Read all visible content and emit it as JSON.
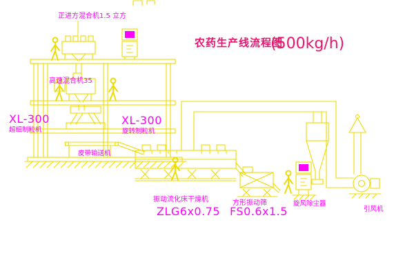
{
  "title": {
    "main": "农药生产线流程图",
    "capacity": "(500kg/h)"
  },
  "labels": {
    "top_mixer": "正进方混合机1.5 立方",
    "high_speed_mixer": "高速混合机35",
    "left_granulator_model": "XL-300",
    "left_granulator_name": "超细制粒机",
    "center_granulator_model": "XL-300",
    "center_granulator_name": "旋转制粒机",
    "belt_conveyor": "皮带输送机",
    "fluid_bed_dryer": "振动流化床干燥机",
    "fluid_bed_dryer_model": "ZLG6x0.75",
    "vibrating_screen": "方形振动筛",
    "vibrating_screen_model": "FS0.6x1.5",
    "cyclone_separator": "旋风除尘器",
    "induced_draft_fan": "引风机"
  },
  "colors": {
    "line": "#ecdc00",
    "label": "#ff00ff",
    "title": "#e8156e",
    "panel": "#ff00ff",
    "background": "#ffffff"
  }
}
